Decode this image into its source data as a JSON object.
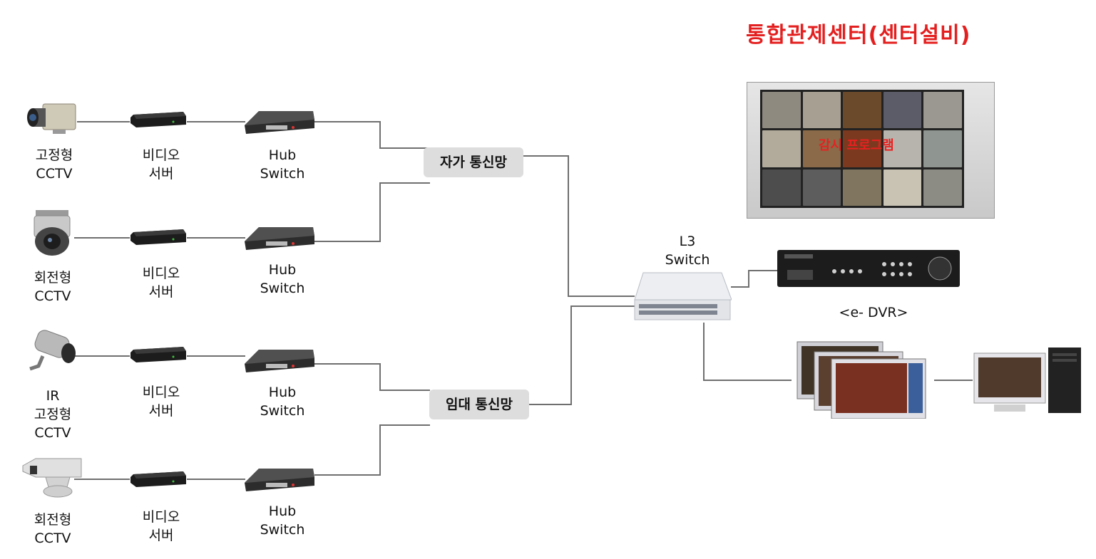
{
  "title": "통합관제센터(센터설비)",
  "rows": [
    {
      "camera": "고정형\nCCTV",
      "camera_icon": "box-camera-icon",
      "video_server": "비디오\n서버",
      "hub": "Hub\nSwitch"
    },
    {
      "camera": "회전형\nCCTV",
      "camera_icon": "dome-camera-icon",
      "video_server": "비디오\n서버",
      "hub": "Hub\nSwitch"
    },
    {
      "camera": "IR\n고정형\nCCTV",
      "camera_icon": "ir-bullet-camera-icon",
      "video_server": "비디오\n서버",
      "hub": "Hub\nSwitch"
    },
    {
      "camera": "회전형\nCCTV",
      "camera_icon": "outdoor-ptz-camera-icon",
      "video_server": "비디오\n서버",
      "hub": "Hub\nSwitch"
    }
  ],
  "networks": {
    "own": "자가 통신망",
    "leased": "임대 통신망"
  },
  "l3_switch": "L3\nSwitch",
  "dvr": "<e- DVR>",
  "monitor_overlay": "감시 프로그램",
  "colors": {
    "title": "#e41f1f",
    "network_box": "#dddddd",
    "wire": "#6f6f6f"
  }
}
